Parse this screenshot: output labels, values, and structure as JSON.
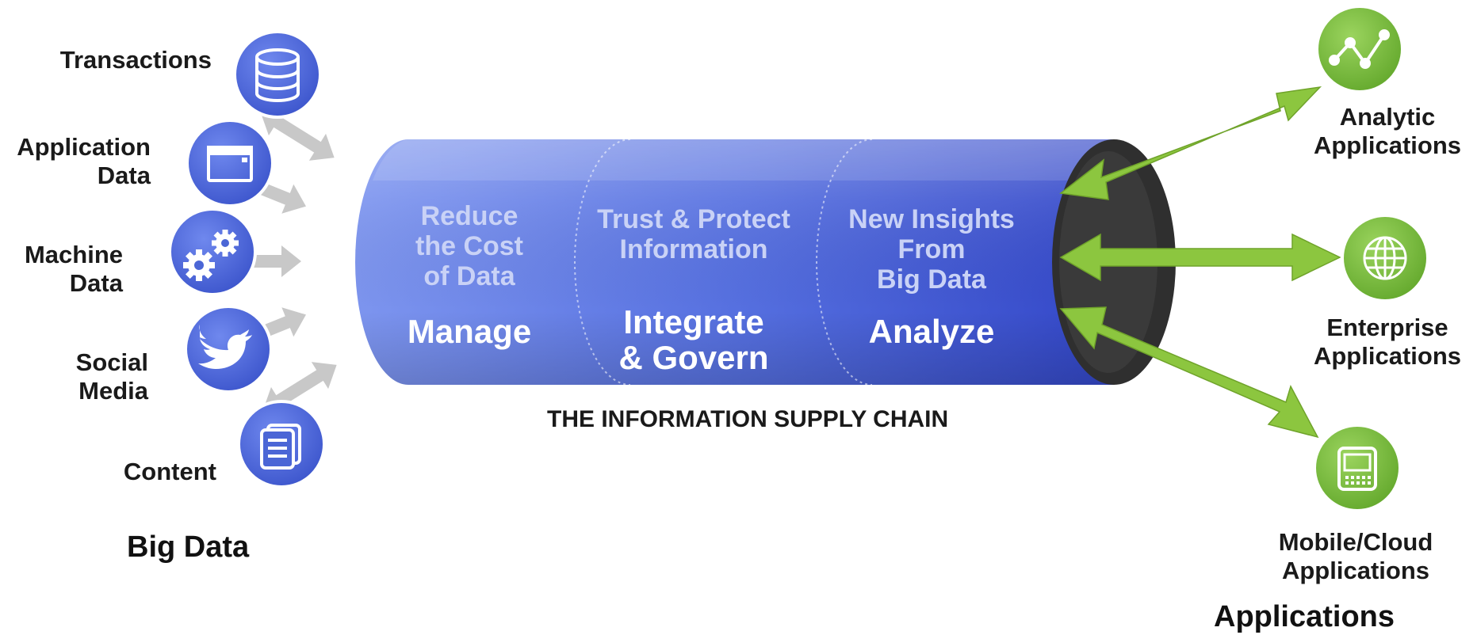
{
  "colors": {
    "source_circle": "#4b66d6",
    "app_circle": "#7bc043",
    "pipe_light": "#7d95ef",
    "pipe_dark": "#3347c8",
    "green_arrow": "#8cc63f",
    "gray_arrow": "#c8c8c8"
  },
  "sources": [
    {
      "lines": [
        "Transactions"
      ],
      "icon": "database-icon"
    },
    {
      "lines": [
        "Application",
        "Data"
      ],
      "icon": "browser-window-icon"
    },
    {
      "lines": [
        "Machine",
        "Data"
      ],
      "icon": "gears-icon"
    },
    {
      "lines": [
        "Social",
        "Media"
      ],
      "icon": "twitter-bird-icon"
    },
    {
      "lines": [
        "Content"
      ],
      "icon": "documents-icon"
    }
  ],
  "big_data_label": "Big Data",
  "stages": [
    {
      "heading": [
        "Reduce",
        "the Cost",
        "of Data"
      ],
      "verb": [
        "Manage"
      ]
    },
    {
      "heading": [
        "Trust & Protect",
        "Information"
      ],
      "verb": [
        "Integrate",
        "& Govern"
      ]
    },
    {
      "heading": [
        "New Insights",
        "From",
        "Big Data"
      ],
      "verb": [
        "Analyze"
      ]
    }
  ],
  "pipe_caption": "THE INFORMATION SUPPLY CHAIN",
  "applications": [
    {
      "lines": [
        "Analytic",
        "Applications"
      ],
      "icon": "line-chart-icon"
    },
    {
      "lines": [
        "Enterprise",
        "Applications"
      ],
      "icon": "globe-icon"
    },
    {
      "lines": [
        "Mobile/Cloud",
        "Applications"
      ],
      "icon": "mobile-device-icon"
    }
  ],
  "applications_label": "Applications"
}
